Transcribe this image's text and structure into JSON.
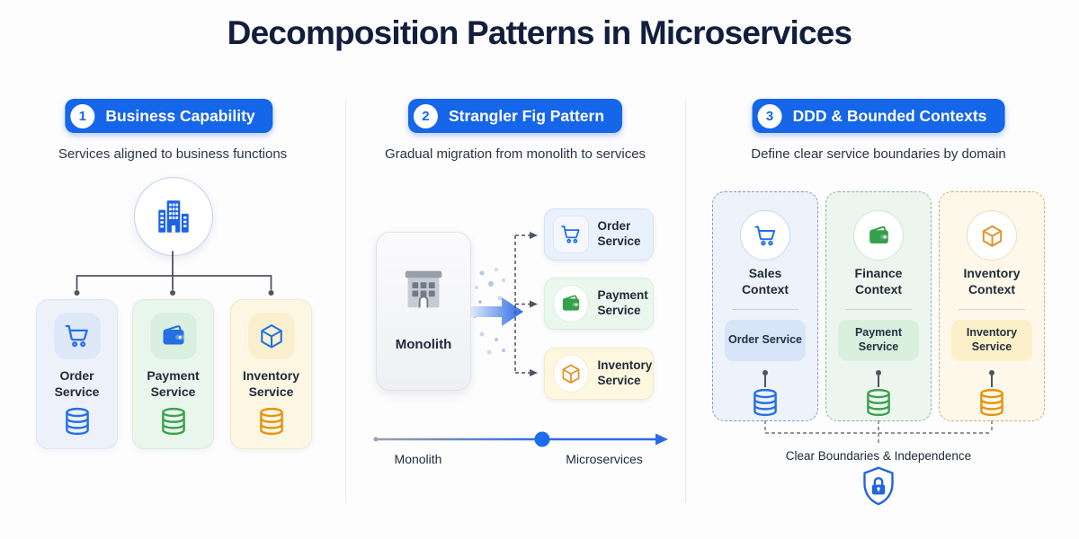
{
  "page": {
    "title": "Decomposition Patterns in Microservices"
  },
  "colors": {
    "header_blue": "#1566e8",
    "title_navy": "#121e3c",
    "icon_blue": "#2470e3",
    "icon_green": "#35a04b",
    "icon_orange": "#e3901f",
    "db_blue": "#2470e3",
    "db_green": "#3aa14e",
    "db_orange": "#e5940f",
    "connector_gray": "#4b5563",
    "shield_blue": "#2265dd"
  },
  "columns": [
    {
      "badge": "1",
      "title": "Business Capability",
      "subtitle": "Services aligned to business functions",
      "root_icon": "building",
      "cards": [
        {
          "name": "Order Service",
          "icon": "cart",
          "storage_icon": "database",
          "theme": "blue"
        },
        {
          "name": "Payment Service",
          "icon": "wallet",
          "storage_icon": "database",
          "theme": "green"
        },
        {
          "name": "Inventory Service",
          "icon": "cube",
          "storage_icon": "database",
          "theme": "yellow"
        }
      ]
    },
    {
      "badge": "2",
      "title": "Strangler Fig Pattern",
      "subtitle": "Gradual migration from monolith to services",
      "monolith": {
        "label": "Monolith",
        "icon": "building-monolith"
      },
      "services": [
        {
          "name": "Order Service",
          "icon": "cart",
          "theme": "blue"
        },
        {
          "name": "Payment Service",
          "icon": "wallet",
          "theme": "green"
        },
        {
          "name": "Inventory Service",
          "icon": "cube",
          "theme": "yellow"
        }
      ],
      "slider": {
        "left_label": "Monolith",
        "right_label": "Microservices",
        "position_pct": 57
      }
    },
    {
      "badge": "3",
      "title": "DDD & Bounded Contexts",
      "subtitle": "Define clear service boundaries by domain",
      "contexts": [
        {
          "context": "Sales Context",
          "service": "Order Service",
          "icon": "cart",
          "storage_icon": "database",
          "theme": "blue"
        },
        {
          "context": "Finance Context",
          "service": "Payment Service",
          "icon": "wallet",
          "storage_icon": "database",
          "theme": "green"
        },
        {
          "context": "Inventory Context",
          "service": "Inventory Service",
          "icon": "cube",
          "storage_icon": "database",
          "theme": "orange"
        }
      ],
      "footer": {
        "label": "Clear Boundaries & Independence",
        "icon": "shield-lock"
      }
    }
  ]
}
